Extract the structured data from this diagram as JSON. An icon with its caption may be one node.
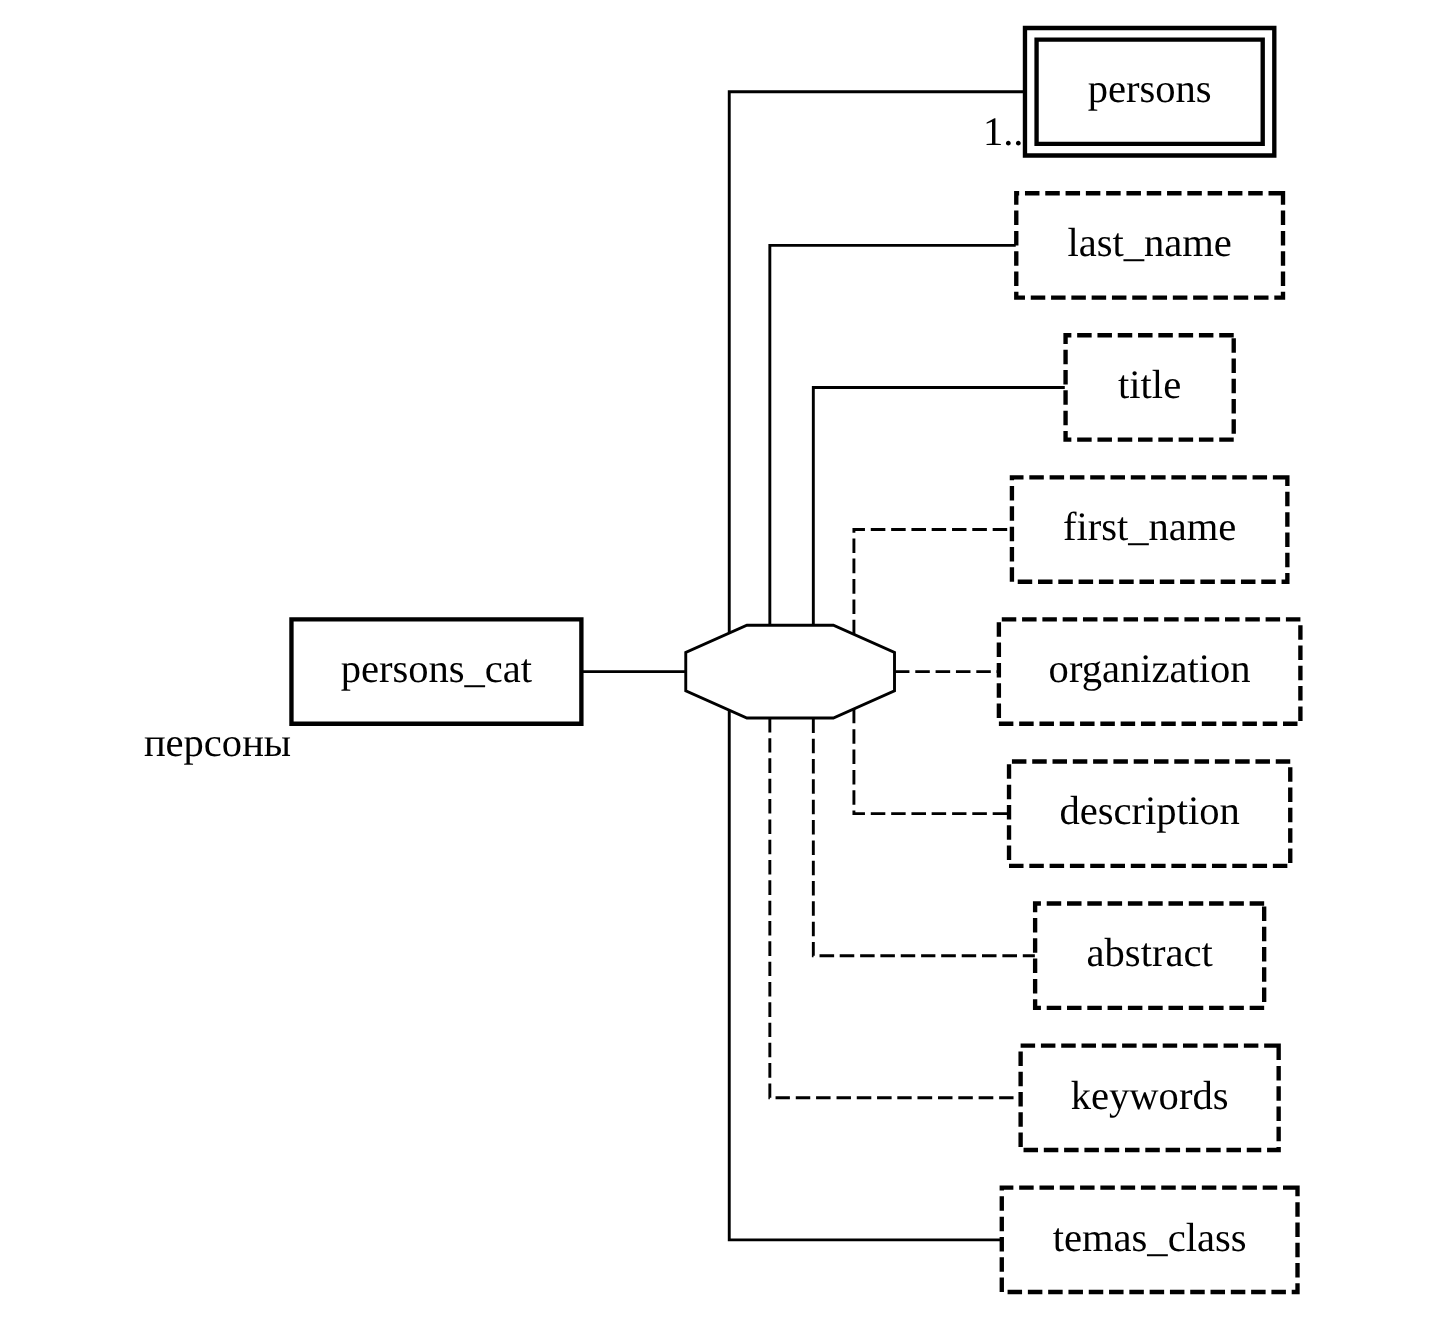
{
  "diagram": {
    "nodes": [
      {
        "text": [
          "persons_cat"
        ],
        "beside": [
          "персоны"
        ]
      },
      {
        "text": [],
        "shape": "octagon"
      },
      {
        "text": [
          "persons"
        ],
        "beside": [
          "1.."
        ]
      },
      {
        "text": [
          "last_name"
        ]
      },
      {
        "text": [
          "title"
        ]
      },
      {
        "text": [
          "first_name"
        ]
      },
      {
        "text": [
          "organization"
        ]
      },
      {
        "text": [
          "description"
        ]
      },
      {
        "text": [
          "abstract"
        ]
      },
      {
        "text": [
          "keywords"
        ]
      },
      {
        "text": [
          "temas_class"
        ]
      }
    ],
    "edges": [
      {
        "from": 0,
        "to": 1,
        "arrow": "none"
      },
      {
        "from": 1,
        "to": 2,
        "arrow": "none"
      },
      {
        "from": 1,
        "to": 3,
        "arrow": "none"
      },
      {
        "from": 1,
        "to": 4,
        "arrow": "none"
      },
      {
        "from": 1,
        "to": 5,
        "arrow": "none",
        "style": "dashed"
      },
      {
        "from": 1,
        "to": 6,
        "arrow": "none",
        "style": "dashed"
      },
      {
        "from": 1,
        "to": 7,
        "arrow": "none",
        "style": "dashed"
      },
      {
        "from": 1,
        "to": 8,
        "arrow": "none",
        "style": "dashed"
      },
      {
        "from": 1,
        "to": 9,
        "arrow": "none",
        "style": "dashed"
      },
      {
        "from": 1,
        "to": 10,
        "arrow": "none"
      }
    ]
  }
}
